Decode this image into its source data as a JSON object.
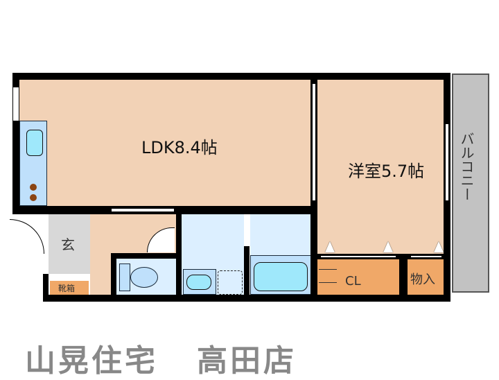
{
  "floor_plan": {
    "rooms": {
      "ldk": {
        "label": "LDK8.4帖",
        "type": "LDK",
        "size_jo": 8.4
      },
      "western_room": {
        "label": "洋室5.7帖",
        "type": "洋室",
        "size_jo": 5.7
      },
      "entrance": {
        "label": "玄"
      },
      "shoe_box": {
        "label": "靴箱"
      },
      "closet": {
        "label": "CL"
      },
      "storage": {
        "label": "物入"
      },
      "balcony": {
        "label": "バルコニー"
      }
    },
    "colors": {
      "room_fill": "#f2d2b6",
      "wet_area_fill": "#dcefff",
      "storage_fill": "#f0a868",
      "balcony_fill": "#c2c2c2",
      "entrance_fill": "#d8d8d8",
      "wall": "#000000"
    }
  },
  "footer": {
    "company": "山晃住宅",
    "branch": "高田店"
  }
}
